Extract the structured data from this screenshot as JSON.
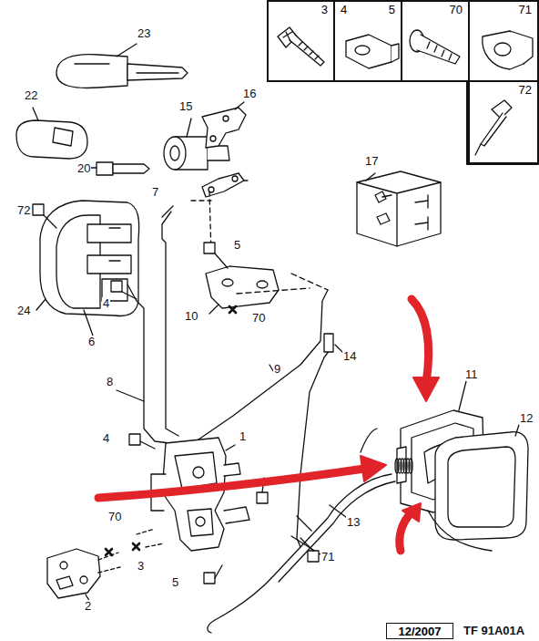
{
  "diagram": {
    "nodes": [
      {
        "text": [
          "3"
        ]
      },
      {
        "text": [
          "4",
          "5"
        ]
      },
      {
        "text": [
          "70"
        ]
      },
      {
        "text": [
          "71"
        ]
      },
      {
        "text": [
          "72"
        ]
      },
      {
        "text": [
          "12/2007"
        ]
      }
    ],
    "labels": [
      "23",
      "22",
      "20",
      "15",
      "16",
      "7",
      "17",
      "72",
      "5",
      "24",
      "4",
      "6",
      "10",
      "70",
      "14",
      "8",
      "9",
      "11",
      "12",
      "4",
      "1",
      "70",
      "3",
      "5",
      "13",
      "71",
      "2",
      "TF 91A01A"
    ]
  }
}
